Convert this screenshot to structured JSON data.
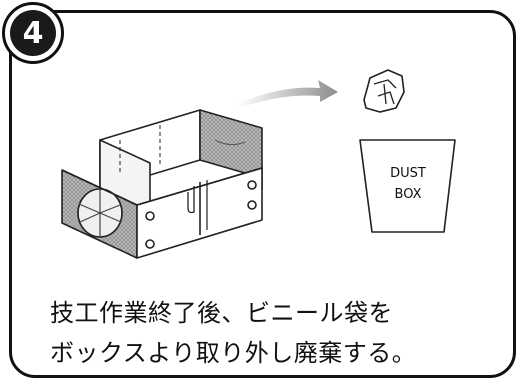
{
  "step_number": "4",
  "dust_box": {
    "line1": "DUST",
    "line2": "BOX"
  },
  "instruction": {
    "line1": "技工作業終了後、ビニール袋を",
    "line2": "ボックスより取り外し廃棄する。"
  }
}
